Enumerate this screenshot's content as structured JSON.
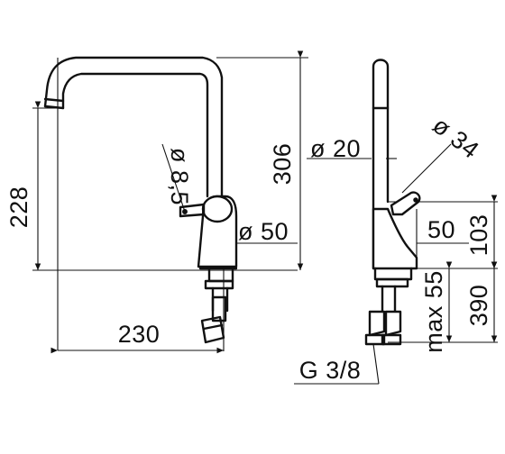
{
  "front_view": {
    "height_total": "306",
    "spout_height": "228",
    "reach": "230",
    "handle_hole_diameter": "ø 8,5",
    "body_diameter": "ø 50"
  },
  "side_view": {
    "spout_diameter": "ø 20",
    "handle_diameter": "ø 34",
    "handle_offset": "50",
    "upper_height": "103",
    "max_thickness": "max 55",
    "hose_length": "390",
    "connection_thread": "G 3/8"
  }
}
